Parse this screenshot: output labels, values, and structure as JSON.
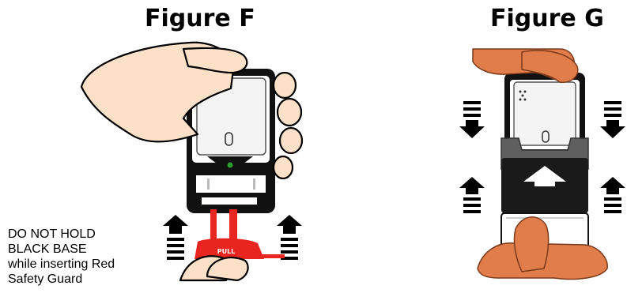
{
  "figure_f": {
    "title": "Figure F",
    "warning_lines": [
      "DO NOT HOLD",
      "BLACK BASE",
      "while inserting Red",
      "Safety Guard"
    ],
    "guard_label": "PULL"
  },
  "figure_g": {
    "title": "Figure G"
  },
  "colors": {
    "skin": "#fce0c8",
    "skin_outline": "#b06a3a",
    "orange_hand": "#e07d4a",
    "device_black": "#111111",
    "device_white": "#ffffff",
    "device_gray": "#d9d9d9",
    "safety_guard_red": "#e8251f",
    "indicator_green": "#2e9b2e"
  }
}
